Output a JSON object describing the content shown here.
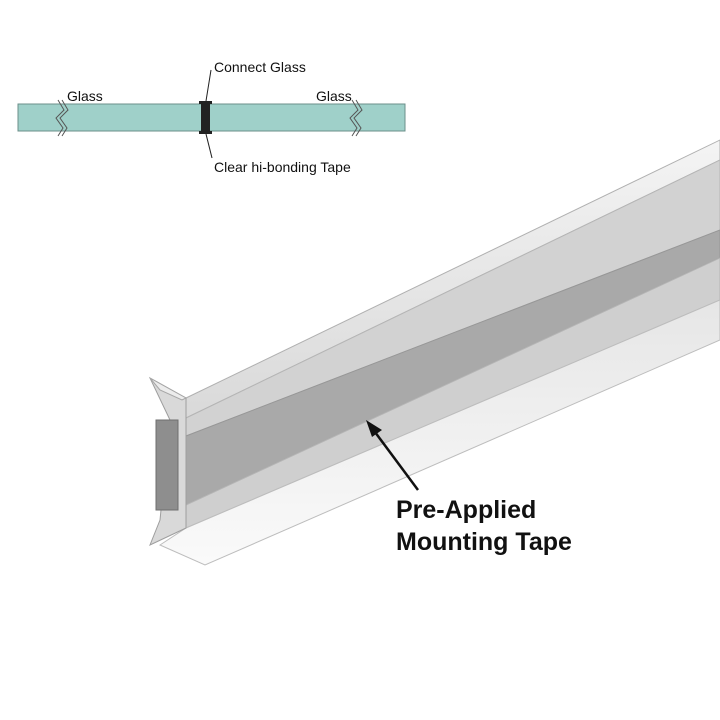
{
  "detail": {
    "glass_left_label": "Glass",
    "glass_right_label": "Glass",
    "connector_label": "Connect Glass",
    "tape_label": "Clear hi-bonding Tape",
    "glass_color": "#9fd0c9",
    "connector_color": "#222222"
  },
  "product": {
    "callout_line1": "Pre-Applied",
    "callout_line2": "Mounting Tape",
    "profile_color": "#c9c9c9",
    "tape_color": "#a9a9a9"
  }
}
